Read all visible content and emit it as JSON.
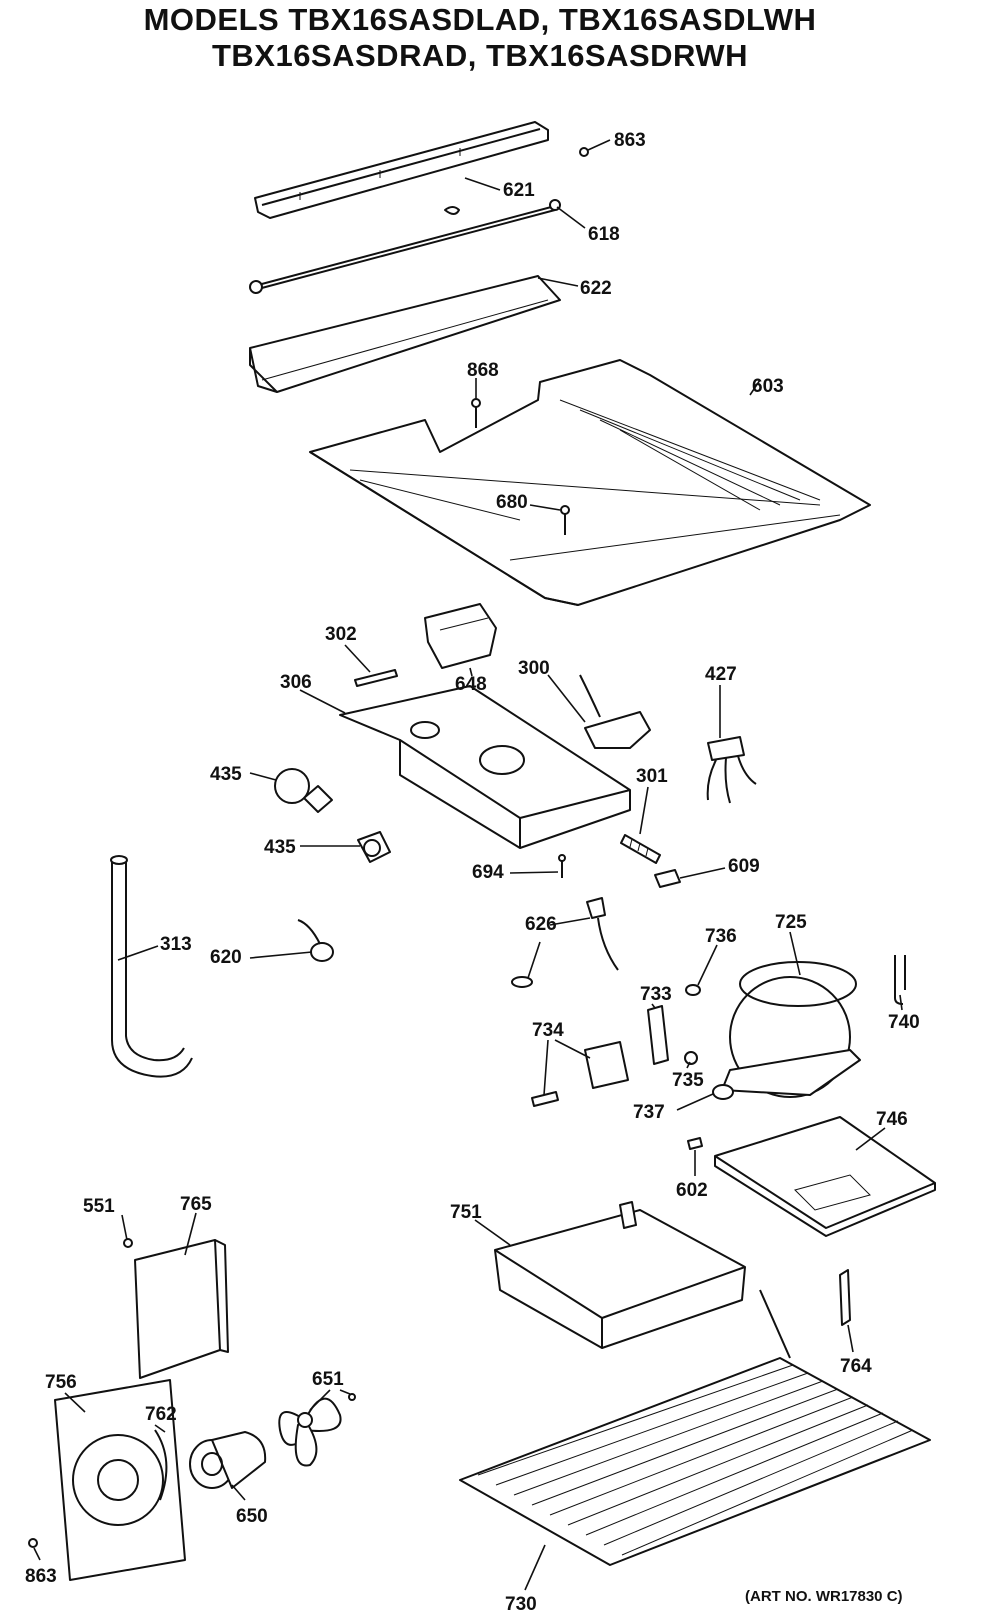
{
  "title_line1": "MODELS TBX16SASDLAD, TBX16SASDLWH",
  "title_line2": "TBX16SASDRAD, TBX16SASDRWH",
  "art_no": "(ART NO. WR17830 C)",
  "labels": {
    "p863a": "863",
    "p621": "621",
    "p618": "618",
    "p622": "622",
    "p868": "868",
    "p603": "603",
    "p680": "680",
    "p302": "302",
    "p648": "648",
    "p306": "306",
    "p300": "300",
    "p427": "427",
    "p435a": "435",
    "p435b": "435",
    "p301": "301",
    "p694": "694",
    "p609": "609",
    "p313": "313",
    "p620": "620",
    "p626": "626",
    "p736": "736",
    "p725": "725",
    "p733": "733",
    "p740": "740",
    "p734": "734",
    "p735": "735",
    "p737": "737",
    "p746": "746",
    "p602": "602",
    "p551": "551",
    "p765": "765",
    "p751": "751",
    "p756": "756",
    "p651": "651",
    "p762": "762",
    "p764": "764",
    "p650": "650",
    "p863b": "863",
    "p730": "730"
  }
}
